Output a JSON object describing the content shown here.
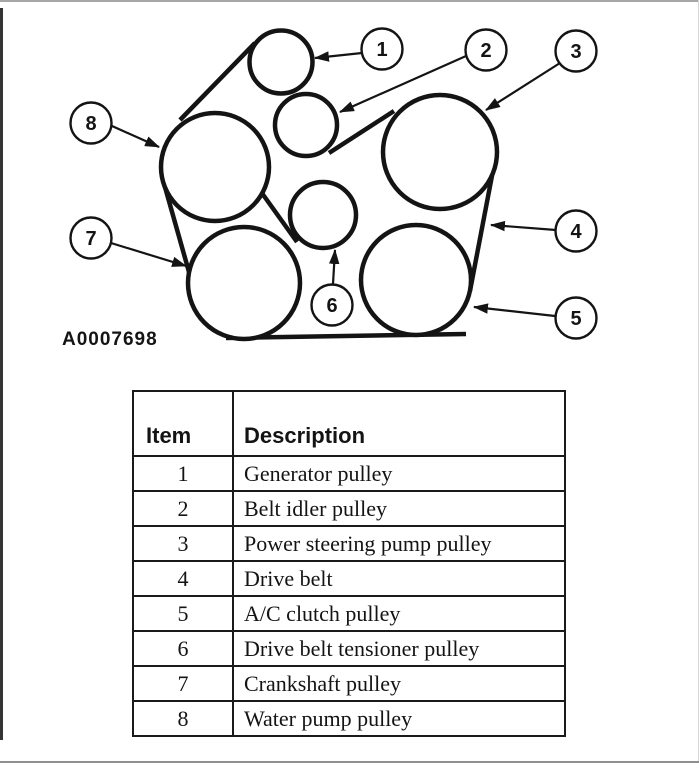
{
  "figure": {
    "code": "A0007698",
    "callout_labels": [
      "1",
      "2",
      "3",
      "4",
      "5",
      "6",
      "7",
      "8"
    ]
  },
  "table": {
    "headers": {
      "item": "Item",
      "description": "Description"
    },
    "rows": [
      {
        "item": "1",
        "description": "Generator pulley"
      },
      {
        "item": "2",
        "description": "Belt idler pulley"
      },
      {
        "item": "3",
        "description": "Power steering pump pulley"
      },
      {
        "item": "4",
        "description": "Drive belt"
      },
      {
        "item": "5",
        "description": "A/C clutch pulley"
      },
      {
        "item": "6",
        "description": "Drive belt tensioner pulley"
      },
      {
        "item": "7",
        "description": "Crankshaft pulley"
      },
      {
        "item": "8",
        "description": "Water pump pulley"
      }
    ]
  },
  "colors": {
    "ink": "#141414",
    "paper": "#ffffff"
  }
}
